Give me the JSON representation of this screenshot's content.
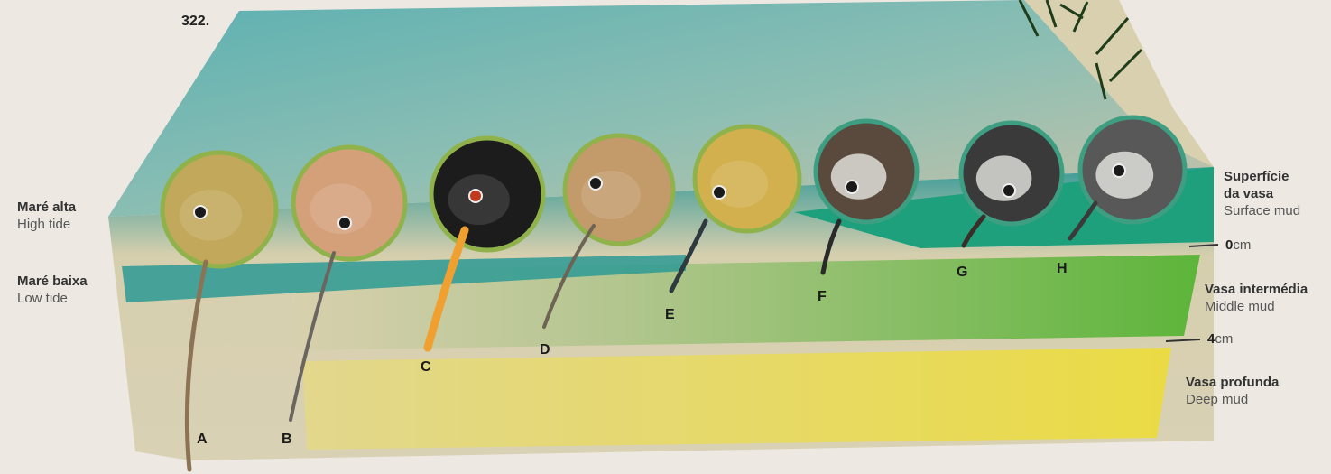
{
  "figure_number": "322.",
  "tide_labels": {
    "high": {
      "pt": "Maré alta",
      "en": "High tide"
    },
    "low": {
      "pt": "Maré baixa",
      "en": "Low tide"
    }
  },
  "layers": [
    {
      "pt": "Superfície",
      "pt2": "da vasa",
      "en": "Surface mud"
    },
    {
      "pt": "Vasa intermédia",
      "en": "Middle mud"
    },
    {
      "pt": "Vasa profunda",
      "en": "Deep mud"
    }
  ],
  "depth_marks": [
    {
      "value": "0",
      "unit": "cm"
    },
    {
      "value": "4",
      "unit": "cm"
    }
  ],
  "birds": [
    {
      "letter": "A",
      "plumage": "#c2a85a",
      "bill": "#8c7356"
    },
    {
      "letter": "B",
      "plumage": "#d4a07a",
      "bill": "#6b6560"
    },
    {
      "letter": "C",
      "plumage": "#1c1c1c",
      "bill": "#f0a030"
    },
    {
      "letter": "D",
      "plumage": "#c39a6a",
      "bill": "#6e6354"
    },
    {
      "letter": "E",
      "plumage": "#d2b04e",
      "bill": "#2e3a40"
    },
    {
      "letter": "F",
      "plumage": "#5a4a3e",
      "bill": "#2a2a2a"
    },
    {
      "letter": "G",
      "plumage": "#3a3a3a",
      "bill": "#3a2e28"
    },
    {
      "letter": "H",
      "plumage": "#585858",
      "bill": "#3a3a3a"
    }
  ],
  "colors": {
    "water": "#4fa3a6",
    "surface_mud": "#1e9e7a",
    "middle_mud": "#6cb83c",
    "deep_mud": "#e0d258",
    "sand": "#d8cfb0"
  }
}
